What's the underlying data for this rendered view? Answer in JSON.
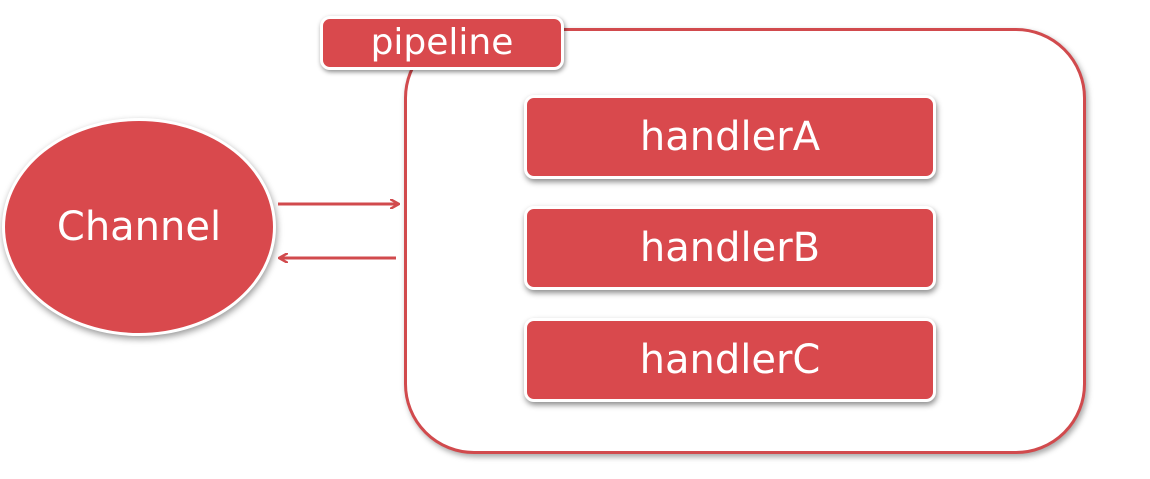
{
  "diagram": {
    "pipeline_label": "pipeline",
    "channel_label": "Channel",
    "handlers": [
      {
        "label": "handlerA"
      },
      {
        "label": "handlerB"
      },
      {
        "label": "handlerC"
      }
    ],
    "colors": {
      "accent": "#d9494d",
      "border": "#d14a4d",
      "text": "#ffffff",
      "background": "#ffffff"
    }
  }
}
